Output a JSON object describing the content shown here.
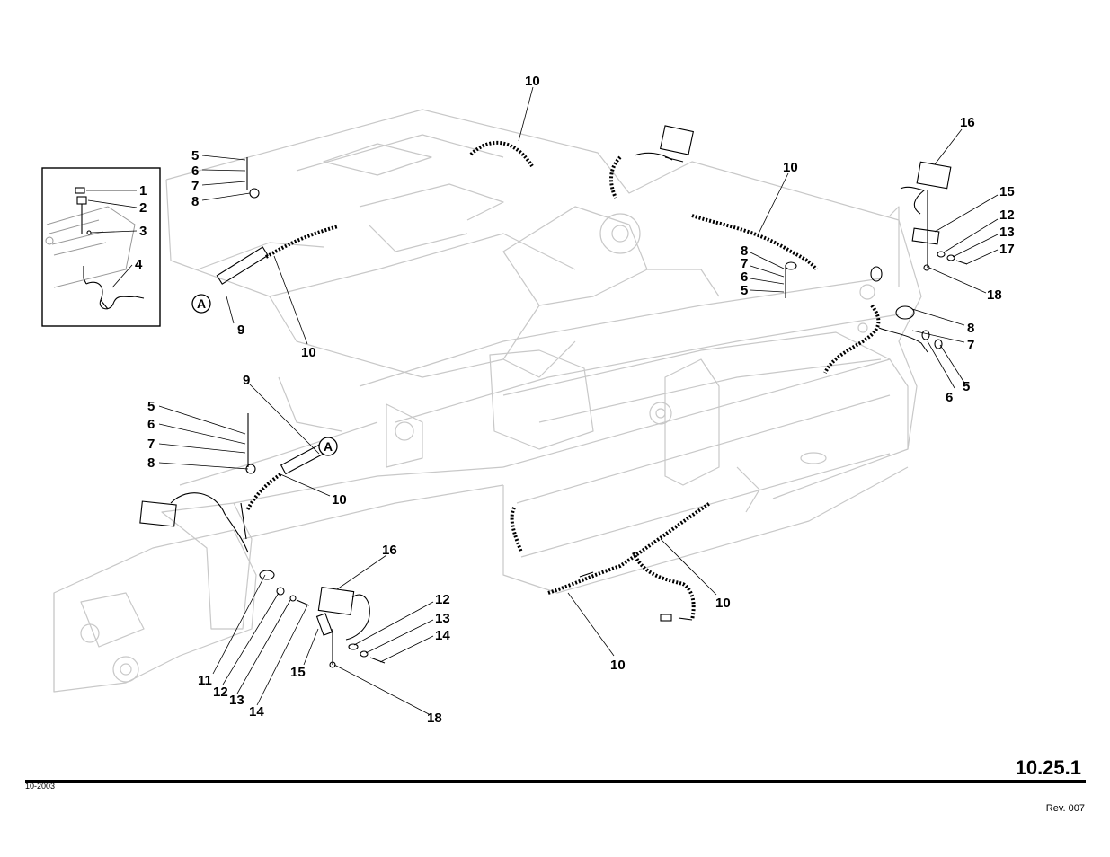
{
  "footer": {
    "page_number": "10.25.1",
    "date_code": "10-2003",
    "revision": "Rev. 007"
  },
  "detail_marker": "A",
  "callouts": {
    "inset_1": "1",
    "inset_2": "2",
    "inset_3": "3",
    "inset_4": "4",
    "tl_5": "5",
    "tl_6": "6",
    "tl_7": "7",
    "tl_8": "8",
    "tl_9": "9",
    "tl_10": "10",
    "top_10": "10",
    "mid_10": "10",
    "mid_8": "8",
    "mid_7": "7",
    "mid_6": "6",
    "mid_5": "5",
    "tr_16": "16",
    "tr_15": "15",
    "tr_12": "12",
    "tr_13": "13",
    "tr_17": "17",
    "tr_18": "18",
    "r_8": "8",
    "r_7": "7",
    "r_6": "6",
    "r_5": "5",
    "ll_9": "9",
    "ll_5": "5",
    "ll_6": "6",
    "ll_7": "7",
    "ll_8": "8",
    "ll_10": "10",
    "bl_16": "16",
    "bl_12": "12",
    "bl_13": "13",
    "bl_14": "14",
    "bl_11": "11",
    "bl_12b": "12",
    "bl_13b": "13",
    "bl_14b": "14",
    "bl_15": "15",
    "bl_18": "18",
    "bc_10a": "10",
    "bc_10b": "10"
  },
  "colors": {
    "ink": "#000000",
    "ghost": "#c8c8c8"
  }
}
